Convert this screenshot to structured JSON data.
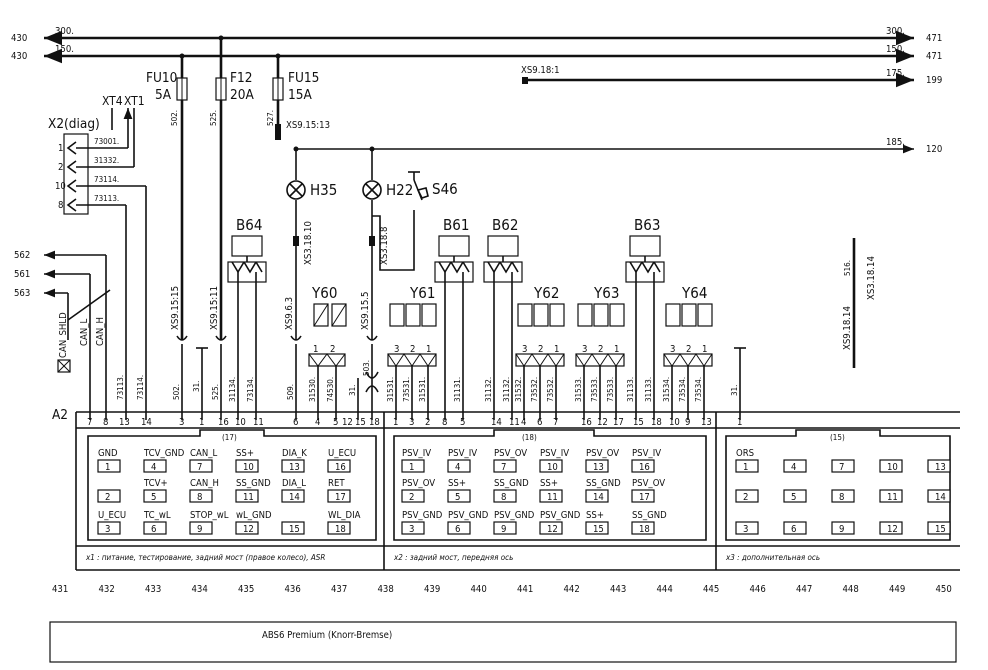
{
  "bus_lines": [
    {
      "left": "430",
      "wire": "300.",
      "right": "300.",
      "sheet": "471"
    },
    {
      "left": "430",
      "wire": "150.",
      "right": "150.",
      "sheet": "471"
    }
  ],
  "connector_ref": "XS9.18:1",
  "branch_175": {
    "wire": "175.",
    "sheet": "199"
  },
  "branch_185": {
    "wire": "185.",
    "sheet": "120"
  },
  "fuses": [
    {
      "name": "FU10",
      "rating": "5A",
      "wire": "502.",
      "connector": "XS9.15:15"
    },
    {
      "name": "F12",
      "rating": "20A",
      "wire": "525.",
      "connector": "XS9.15:11"
    },
    {
      "name": "FU15",
      "rating": "15A",
      "wire": "527.",
      "connector": "XS9.15:13"
    }
  ],
  "diag": {
    "label": "X2(diag)",
    "refs": [
      "XT4",
      "XT1"
    ],
    "pins": [
      "1",
      "2",
      "10",
      "8"
    ],
    "wires": [
      "73001.",
      "31332.",
      "73114.",
      "73113."
    ]
  },
  "can_refs": [
    {
      "sheet": "562",
      "label": "CAN_SHLD"
    },
    {
      "sheet": "561",
      "label": "CAN_L"
    },
    {
      "sheet": "563",
      "label": "CAN_H"
    }
  ],
  "lamps": [
    {
      "name": "H35",
      "connector": "XS3.18.10"
    },
    {
      "name": "H22",
      "connector": "XS3.18.8"
    }
  ],
  "switch": {
    "name": "S46"
  },
  "sensors": [
    "B64",
    "B61",
    "B62",
    "B63"
  ],
  "valves": [
    "Y60",
    "Y61",
    "Y62",
    "Y63",
    "Y64"
  ],
  "valve_pins": [
    "3",
    "2",
    "1"
  ],
  "y60_pins": [
    "1",
    "2"
  ],
  "gnd_connectors": [
    "XS9.6.3",
    "XS9.15.5"
  ],
  "right_connector": {
    "top": "XS3.18.14",
    "mid": "516.",
    "bottom": "XS9.18.14"
  },
  "harness_wires": {
    "w_73113": "73113.",
    "w_73114": "73114.",
    "w_502": "502.",
    "w_31a": "31.",
    "w_525": "525.",
    "w_31134": "31134.",
    "w_73134": "73134.",
    "w_509": "509.",
    "w_31530": "31530.",
    "w_74530": "74530.",
    "w_31b": "31.",
    "w_503": "503.",
    "w_31531": "31531.",
    "w_73531": "73531.",
    "w_31131": "31131.",
    "w_31132": "31132.",
    "w_31532": "31532.",
    "w_73532": "73532.",
    "w_31533": "31533.",
    "w_73533": "73533.",
    "w_31133": "31133.",
    "w_31534": "31534.",
    "w_73534": "73534.",
    "w_31c": "31."
  },
  "a2": {
    "label": "A2",
    "pins_x1": [
      "7",
      "8",
      "13",
      "14",
      "3",
      "1",
      "16",
      "10",
      "11",
      "6",
      "4",
      "5",
      "12",
      "15",
      "18"
    ],
    "pins_x2": [
      "1",
      "3",
      "2",
      "8",
      "5",
      "14",
      "11",
      "4",
      "6",
      "7",
      "16",
      "12",
      "17",
      "15",
      "18",
      "10",
      "9",
      "13"
    ],
    "pins_x3": [
      "1"
    ],
    "x1": {
      "count": "(17)",
      "cells": [
        {
          "lbl": "GND",
          "n": "1"
        },
        {
          "lbl": "TCV_GND",
          "n": "4"
        },
        {
          "lbl": "CAN_L",
          "n": "7"
        },
        {
          "lbl": "SS+",
          "n": "10"
        },
        {
          "lbl": "DIA_K",
          "n": "13"
        },
        {
          "lbl": "U_ECU",
          "n": "16"
        },
        {
          "lbl": "",
          "n": "2"
        },
        {
          "lbl": "TCV+",
          "n": "5"
        },
        {
          "lbl": "CAN_H",
          "n": "8"
        },
        {
          "lbl": "SS_GND",
          "n": "11"
        },
        {
          "lbl": "DIA_L",
          "n": "14"
        },
        {
          "lbl": "RET",
          "n": "17"
        },
        {
          "lbl": "U_ECU",
          "n": "3"
        },
        {
          "lbl": "TC_wL",
          "n": "6"
        },
        {
          "lbl": "STOP_wL",
          "n": "9"
        },
        {
          "lbl": "wL_GND",
          "n": "12"
        },
        {
          "lbl": "",
          "n": "15"
        },
        {
          "lbl": "WL_DIA",
          "n": "18"
        }
      ],
      "caption": "x1 : питание, тестирование, задний мост (правое колесо), ASR"
    },
    "x2": {
      "count": "(18)",
      "cells": [
        {
          "lbl": "PSV_IV",
          "n": "1"
        },
        {
          "lbl": "PSV_IV",
          "n": "4"
        },
        {
          "lbl": "PSV_OV",
          "n": "7"
        },
        {
          "lbl": "PSV_IV",
          "n": "10"
        },
        {
          "lbl": "PSV_OV",
          "n": "13"
        },
        {
          "lbl": "PSV_IV",
          "n": "16"
        },
        {
          "lbl": "PSV_OV",
          "n": "2"
        },
        {
          "lbl": "SS+",
          "n": "5"
        },
        {
          "lbl": "SS_GND",
          "n": "8"
        },
        {
          "lbl": "SS+",
          "n": "11"
        },
        {
          "lbl": "SS_GND",
          "n": "14"
        },
        {
          "lbl": "PSV_OV",
          "n": "17"
        },
        {
          "lbl": "PSV_GND",
          "n": "3"
        },
        {
          "lbl": "PSV_GND",
          "n": "6"
        },
        {
          "lbl": "PSV_GND",
          "n": "9"
        },
        {
          "lbl": "PSV_GND",
          "n": "12"
        },
        {
          "lbl": "SS+",
          "n": "15"
        },
        {
          "lbl": "SS_GND",
          "n": "18"
        }
      ],
      "caption": "x2 : задний мост, передняя ось"
    },
    "x3": {
      "count": "(15)",
      "cells": [
        {
          "lbl": "ORS",
          "n": "1"
        },
        {
          "lbl": "",
          "n": "4"
        },
        {
          "lbl": "",
          "n": "7"
        },
        {
          "lbl": "",
          "n": "10"
        },
        {
          "lbl": "",
          "n": "13"
        },
        {
          "lbl": "",
          "n": "2"
        },
        {
          "lbl": "",
          "n": "5"
        },
        {
          "lbl": "",
          "n": "8"
        },
        {
          "lbl": "",
          "n": "11"
        },
        {
          "lbl": "",
          "n": "14"
        },
        {
          "lbl": "",
          "n": "3"
        },
        {
          "lbl": "",
          "n": "6"
        },
        {
          "lbl": "",
          "n": "9"
        },
        {
          "lbl": "",
          "n": "12"
        },
        {
          "lbl": "",
          "n": "15"
        }
      ],
      "caption": "x3 : дополнительная ось"
    }
  },
  "columns": [
    "431",
    "432",
    "433",
    "434",
    "435",
    "436",
    "437",
    "438",
    "439",
    "440",
    "441",
    "442",
    "443",
    "444",
    "445",
    "446",
    "447",
    "448",
    "449",
    "450"
  ],
  "title_block": "ABS6 Premium (Knorr-Bremse)",
  "colors": {
    "ink": "#111111",
    "paper": "#ffffff"
  }
}
